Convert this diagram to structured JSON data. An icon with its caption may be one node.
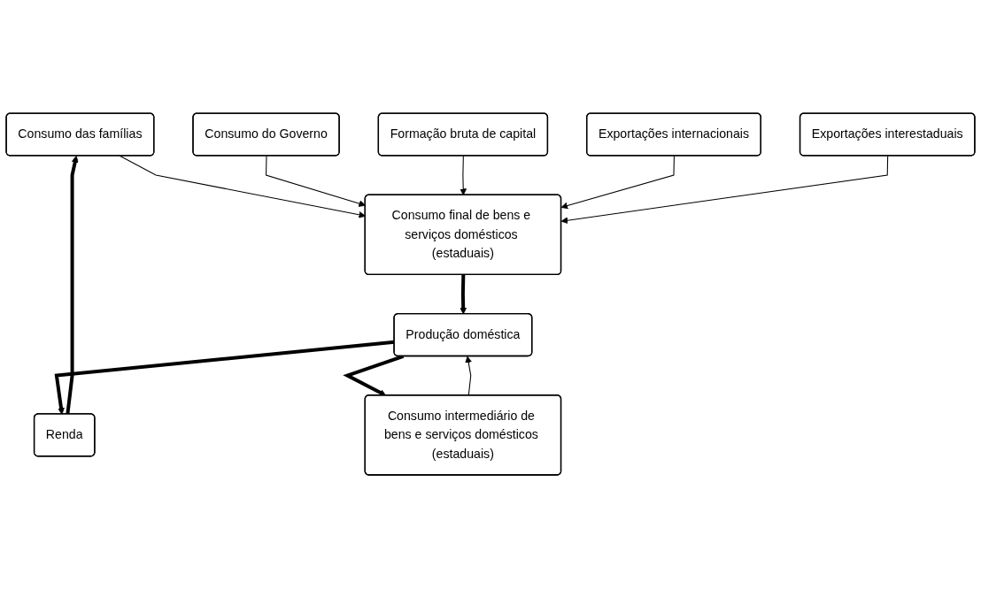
{
  "diagram": {
    "nodes": [
      {
        "text": [
          "Consumo das famílias"
        ]
      },
      {
        "text": [
          "Consumo do Governo"
        ]
      },
      {
        "text": [
          "Formação bruta de capital"
        ]
      },
      {
        "text": [
          "Exportações internacionais"
        ]
      },
      {
        "text": [
          "Exportações interestaduais"
        ]
      },
      {
        "text": [
          "Consumo final de bens e serviços domésticos (estaduais)"
        ]
      },
      {
        "text": [
          "Consumo intermediário de bens e serviços domésticos (estaduais)"
        ]
      },
      {
        "text": [
          "Renda"
        ]
      },
      {
        "text": [
          "Produção doméstica"
        ]
      }
    ],
    "edges": [
      {
        "from": 0,
        "to": 5,
        "arrow": "to"
      },
      {
        "from": 1,
        "to": 5,
        "arrow": "to"
      },
      {
        "from": 2,
        "to": 5,
        "arrow": "to"
      },
      {
        "from": 3,
        "to": 5,
        "arrow": "to"
      },
      {
        "from": 4,
        "to": 5,
        "arrow": "to"
      },
      {
        "from": 5,
        "to": 8,
        "arrow": "to",
        "style": "thick"
      },
      {
        "from": 6,
        "to": 8,
        "arrow": "to"
      },
      {
        "from": 8,
        "to": 7,
        "arrow": "to",
        "style": "thick"
      },
      {
        "from": 8,
        "to": 6,
        "arrow": "to",
        "style": "thick"
      },
      {
        "from": 7,
        "to": 0,
        "arrow": "to",
        "style": "thick"
      }
    ]
  }
}
